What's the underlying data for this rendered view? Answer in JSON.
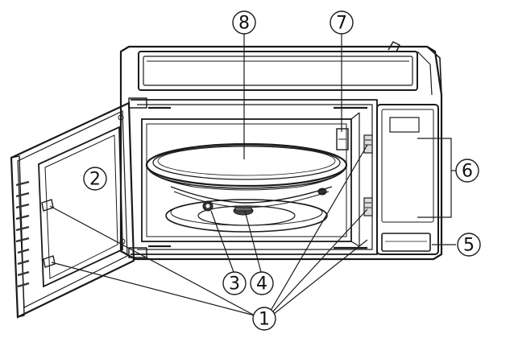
{
  "colors": {
    "line": "#1a1a1a",
    "paper": "#ffffff",
    "shade": "#e6e6e6",
    "dark": "#333333"
  },
  "callouts": [
    {
      "id": "callout-1",
      "number": "1"
    },
    {
      "id": "callout-2",
      "number": "2"
    },
    {
      "id": "callout-3",
      "number": "3"
    },
    {
      "id": "callout-4",
      "number": "4"
    },
    {
      "id": "callout-5",
      "number": "5"
    },
    {
      "id": "callout-6",
      "number": "6"
    },
    {
      "id": "callout-7",
      "number": "7"
    },
    {
      "id": "callout-8",
      "number": "8"
    }
  ]
}
